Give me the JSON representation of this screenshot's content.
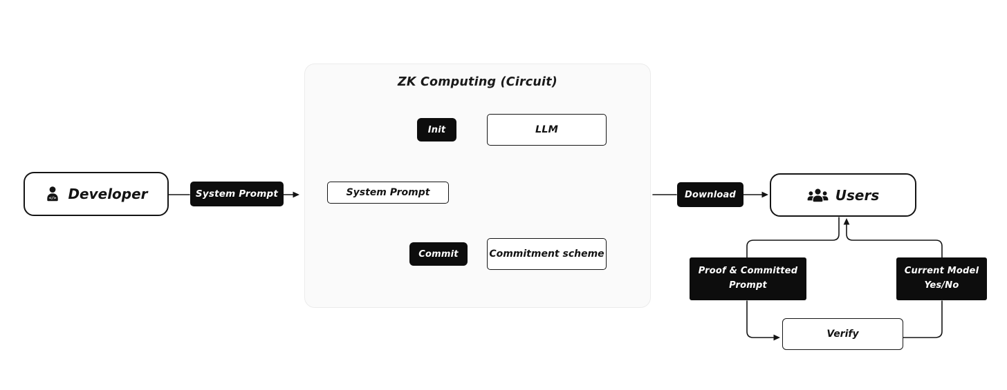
{
  "colors": {
    "ink": "#141414",
    "badge_bg": "#0d0d0d",
    "badge_text": "#ffffff",
    "panel_bg": "#fafafa",
    "panel_border": "#ebebeb",
    "node_bg": "#ffffff",
    "canvas_bg": "#ffffff"
  },
  "nodes": {
    "developer": {
      "label": "Developer",
      "icon": "developer-icon"
    },
    "system_prompt_badge": {
      "label": "System Prompt"
    },
    "zk_panel": {
      "title": "ZK Computing (Circuit)"
    },
    "init_badge": {
      "label": "Init"
    },
    "llm": {
      "label": "LLM"
    },
    "system_prompt_inner": {
      "label": "System Prompt"
    },
    "commit_badge": {
      "label": "Commit"
    },
    "commitment_scheme": {
      "label": "Commitment scheme"
    },
    "download_badge": {
      "label": "Download"
    },
    "users": {
      "label": "Users",
      "icon": "users-icon"
    },
    "proof_committed": {
      "line1": "Proof & Committed",
      "line2": "Prompt"
    },
    "current_model": {
      "line1": "Current Model",
      "line2": "Yes/No"
    },
    "verify": {
      "label": "Verify"
    }
  }
}
